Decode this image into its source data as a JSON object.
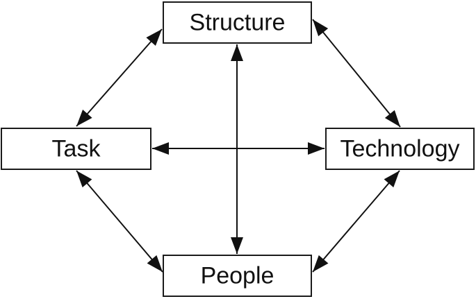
{
  "nodes": {
    "structure": {
      "label": "Structure"
    },
    "task": {
      "label": "Task"
    },
    "technology": {
      "label": "Technology"
    },
    "people": {
      "label": "People"
    }
  },
  "edges": [
    {
      "from": "structure",
      "to": "task",
      "bidirectional": true
    },
    {
      "from": "structure",
      "to": "technology",
      "bidirectional": true
    },
    {
      "from": "task",
      "to": "people",
      "bidirectional": true
    },
    {
      "from": "technology",
      "to": "people",
      "bidirectional": true
    },
    {
      "from": "structure",
      "to": "people",
      "bidirectional": true
    },
    {
      "from": "task",
      "to": "technology",
      "bidirectional": true
    }
  ],
  "colors": {
    "stroke": "#111111",
    "fill": "#ffffff"
  }
}
